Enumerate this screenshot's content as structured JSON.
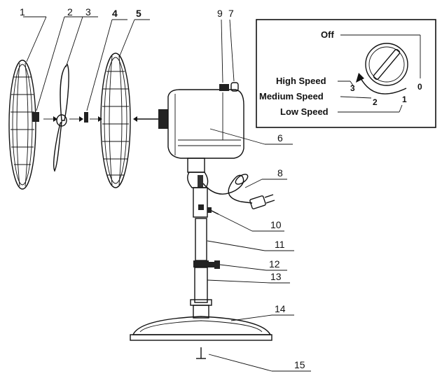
{
  "parts": {
    "p1": "1",
    "p2": "2",
    "p3": "3",
    "p4": "4",
    "p5": "5",
    "p6": "6",
    "p7": "7",
    "p8": "8",
    "p9": "9",
    "p10": "10",
    "p11": "11",
    "p12": "12",
    "p13": "13",
    "p14": "14",
    "p15": "15"
  },
  "speed_dial": {
    "off_label": "Off",
    "high_label": "High Speed",
    "medium_label": "Medium Speed",
    "low_label": "Low Speed",
    "pos_off": "0",
    "pos_high": "3",
    "pos_medium": "2",
    "pos_low": "1"
  }
}
